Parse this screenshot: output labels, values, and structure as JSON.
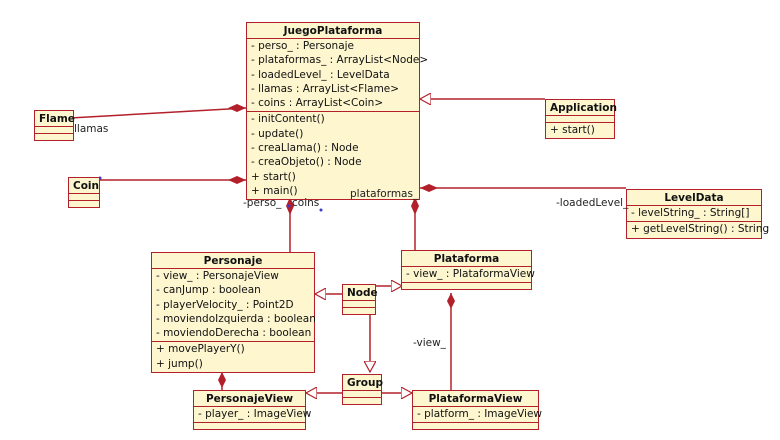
{
  "classes": {
    "juego": {
      "name": "JuegoPlataforma",
      "attributes": [
        "- perso_ : Personaje",
        "- plataformas_ : ArrayList<Node>",
        "- loadedLevel_ : LevelData",
        "- llamas : ArrayList<Flame>",
        "- coins : ArrayList<Coin>"
      ],
      "methods": [
        "- initContent()",
        "- update()",
        "- creaLlama() : Node",
        "- creaObjeto() : Node",
        "+ start()",
        "+ main()"
      ]
    },
    "flame": {
      "name": "Flame",
      "attributes": [],
      "methods": []
    },
    "coin": {
      "name": "Coin",
      "attributes": [],
      "methods": []
    },
    "application": {
      "name": "Application",
      "attributes": [],
      "methods": [
        "+ start()"
      ]
    },
    "leveldata": {
      "name": "LevelData",
      "attributes": [
        "- levelString_ : String[]"
      ],
      "methods": [
        "+ getLevelString() : String"
      ]
    },
    "personaje": {
      "name": "Personaje",
      "attributes": [
        "- view_ : PersonajeView",
        "- canJump : boolean",
        "- playerVelocity_ : Point2D",
        "- moviendoIzquierda : boolean",
        "- moviendoDerecha : boolean"
      ],
      "methods": [
        "+ movePlayerY()",
        "+ jump()"
      ]
    },
    "plataforma": {
      "name": "Plataforma",
      "attributes": [
        "- view_ : PlataformaView"
      ],
      "methods": []
    },
    "node": {
      "name": "Node",
      "attributes": [],
      "methods": []
    },
    "group": {
      "name": "Group",
      "attributes": [],
      "methods": []
    },
    "personajeview": {
      "name": "PersonajeView",
      "attributes": [
        "- player_ : ImageView"
      ],
      "methods": []
    },
    "plataformaview": {
      "name": "PlataformaView",
      "attributes": [
        "- platform_ : ImageView"
      ],
      "methods": []
    }
  },
  "labels": {
    "llamas": "llamas",
    "perso": "-perso_",
    "coins": "coins",
    "plataformas": "plataformas_",
    "loadedLevel": "-loadedLevel_",
    "view": "-view_"
  },
  "colors": {
    "border": "#b3202a",
    "fill": "#fdf6cf",
    "line": "#b3202a"
  }
}
